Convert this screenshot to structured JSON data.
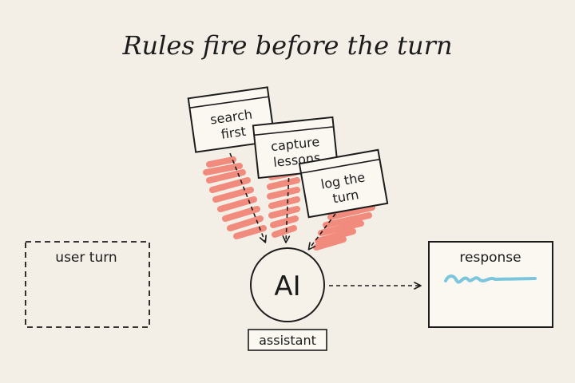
{
  "title": "Rules fire before the turn",
  "rules": [
    {
      "line1": "search",
      "line2": "first"
    },
    {
      "line1": "capture",
      "line2": "lessons"
    },
    {
      "line1": "log the",
      "line2": "turn"
    }
  ],
  "user_turn": {
    "label": "user turn"
  },
  "assistant": {
    "symbol": "AI",
    "label": "assistant"
  },
  "response": {
    "label": "response"
  },
  "colors": {
    "background": "#f4efe6",
    "ink": "#1c1c1c",
    "highlight": "#f06a5a",
    "scribble": "#7cc6dd"
  }
}
